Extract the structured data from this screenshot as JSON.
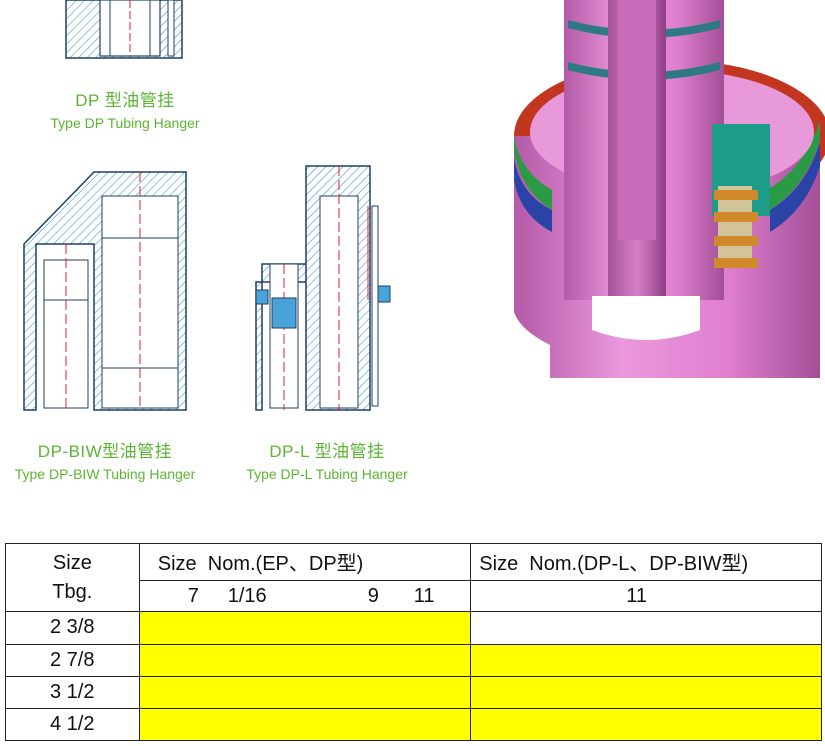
{
  "captions": {
    "dp": {
      "zh": "DP 型油管挂",
      "en": "Type DP Tubing Hanger"
    },
    "dp_biw": {
      "zh": "DP-BIW型油管挂",
      "en": "Type DP-BIW Tubing Hanger"
    },
    "dp_l": {
      "zh": "DP-L 型油管挂",
      "en": "Type DP-L Tubing Hanger"
    }
  },
  "table": {
    "head_size": "Size",
    "head_tbg": "Tbg.",
    "group1_title": "Size  Nom.(EP、DP型)",
    "group2_title": "Size  Nom.(DP-L、DP-BIW型)",
    "group1_sizes": [
      "7",
      "1/16",
      "9",
      "11"
    ],
    "group2_sizes": [
      "11"
    ],
    "rows": [
      {
        "tbg": "2 3/8",
        "g1": true,
        "g2": false
      },
      {
        "tbg": "2 7/8",
        "g1": true,
        "g2": true
      },
      {
        "tbg": "3 1/2",
        "g1": true,
        "g2": true
      },
      {
        "tbg": "4 1/2",
        "g1": true,
        "g2": true
      }
    ]
  },
  "colors": {
    "caption": "#5bb533",
    "fill": "#ffff00",
    "hanger": "#e78ed6"
  }
}
